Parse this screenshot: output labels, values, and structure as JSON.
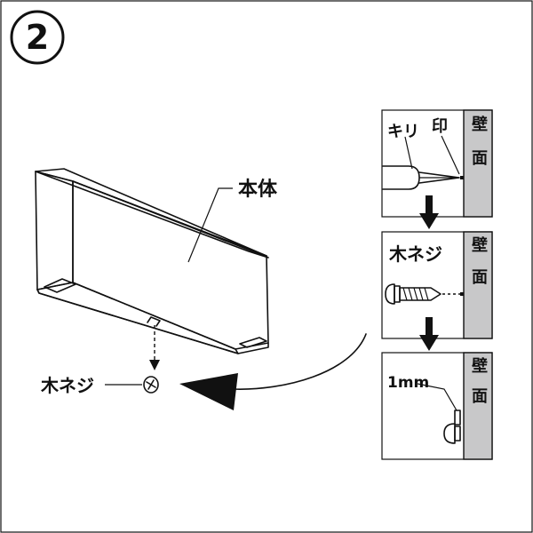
{
  "step_number": "2",
  "main": {
    "body_label": "本体",
    "screw_label": "木ネジ"
  },
  "panel1": {
    "drill_label": "キリ",
    "mark_label": "印",
    "wall_chars": [
      "壁",
      "面"
    ]
  },
  "panel2": {
    "screw_label": "木ネジ",
    "wall_chars": [
      "壁",
      "面"
    ]
  },
  "panel3": {
    "gap_label": "1mm",
    "wall_chars": [
      "壁",
      "面"
    ]
  },
  "colors": {
    "line": "#111111",
    "wall_fill": "#c8c8c9",
    "background": "#ffffff"
  }
}
